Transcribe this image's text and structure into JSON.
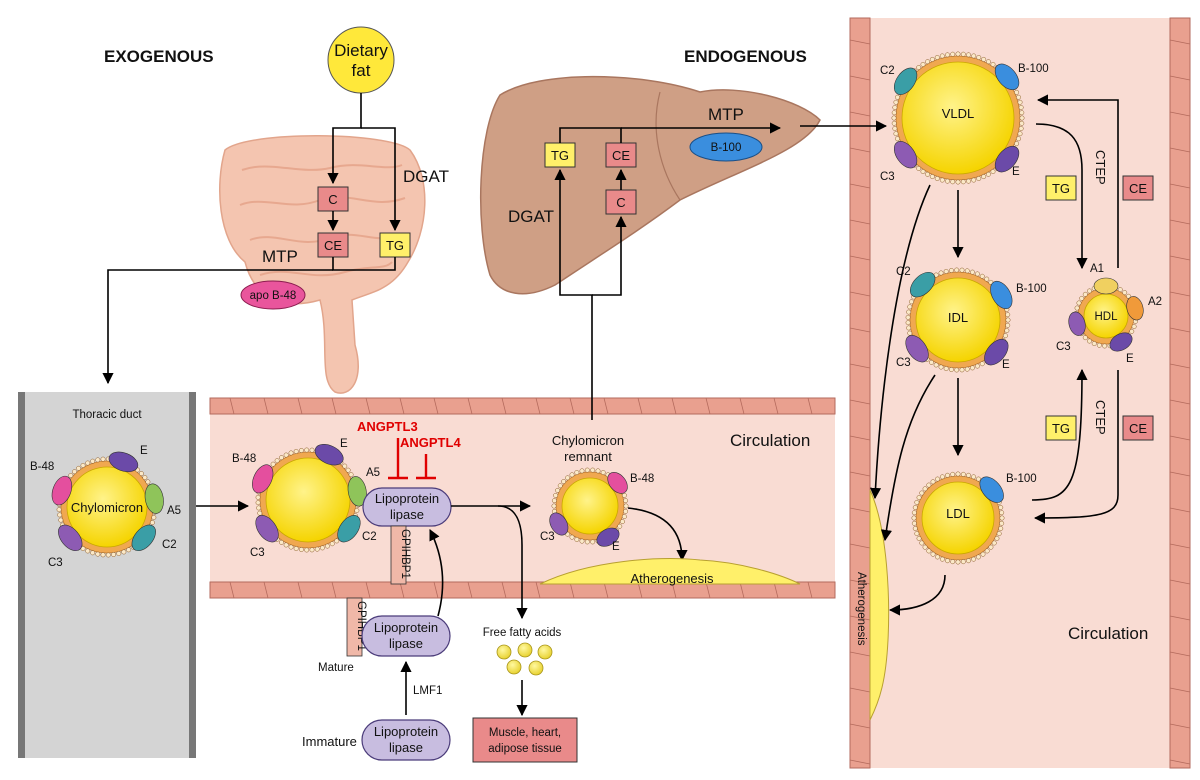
{
  "headers": {
    "exogenous": "EXOGENOUS",
    "endogenous": "ENDOGENOUS"
  },
  "intestine": {
    "dietary_fat": [
      "Dietary",
      "fat"
    ],
    "dgat": "DGAT",
    "mtp": "MTP",
    "apo_b48": "apo B-48",
    "c": "C",
    "ce": "CE",
    "tg": "TG"
  },
  "liver": {
    "tg": "TG",
    "ce": "CE",
    "c": "C",
    "mtp": "MTP",
    "dgat": "DGAT",
    "b100": "B-100"
  },
  "thoracic_duct": {
    "title": "Thoracic duct",
    "particle": "Chylomicron",
    "apos": {
      "b48": "B-48",
      "e": "E",
      "a5": "A5",
      "c2": "C2",
      "c3": "C3"
    }
  },
  "circulation": {
    "label": "Circulation",
    "chylo_apos": {
      "b48": "B-48",
      "e": "E",
      "a5": "A5",
      "c2": "C2",
      "c3": "C3"
    },
    "angptl3": "ANGPTL3",
    "angptl4": "ANGPTL4",
    "lpl": [
      "Lipoprotein",
      "lipase"
    ],
    "gpihbp1": "GPIHBP1",
    "remnant": [
      "Chylomicron",
      "remnant"
    ],
    "remnant_apos": {
      "b48": "B-48",
      "c3": "C3",
      "e": "E"
    },
    "atherogenesis": "Atherogenesis",
    "free_fatty_acids": "Free fatty acids",
    "tissue": [
      "Muscle, heart,",
      "adipose tissue"
    ],
    "mature": "Mature",
    "immature": "Immature",
    "lmf1": "LMF1"
  },
  "endogenous_panel": {
    "vldl": "VLDL",
    "idl": "IDL",
    "ldl": "LDL",
    "hdl": "HDL",
    "c2": "C2",
    "c3": "C3",
    "e": "E",
    "b100": "B-100",
    "a1": "A1",
    "a2": "A2",
    "tg": "TG",
    "ce": "CE",
    "ctep": "CTEP",
    "atherogenesis": "Atherogenesis",
    "circulation": "Circulation"
  },
  "colors": {
    "core": "#ffe23a",
    "shell": "#f0a850",
    "tg_box": "#fff06a",
    "ce_box": "#e98a8a",
    "liver": "#cf9f85",
    "vessel": "#f5c9bd",
    "lpl": "#c8bde0",
    "duct": "#d5d5d5"
  }
}
